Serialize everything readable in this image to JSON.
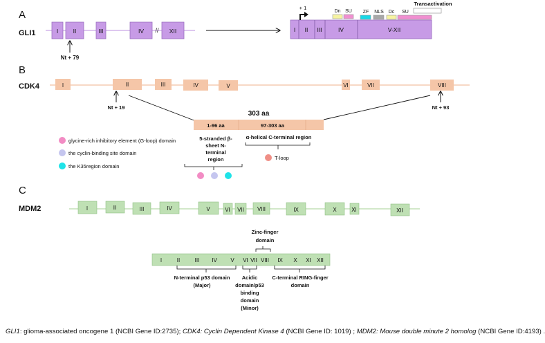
{
  "colors": {
    "gli_exon": "#c79be6",
    "gli_exon_stroke": "#9a6fc0",
    "cdk_exon": "#f5c6a8",
    "mdm_exon": "#bfe0b4",
    "mdm_exon_stroke": "#8fbf83",
    "zf": "#19d8e6",
    "nls": "#a8a8a8",
    "dn": "#f6f3a0",
    "su": "#f08fd0",
    "glycine_dot": "#f28cc4",
    "cyclin_dot": "#c5c6ef",
    "k35_dot": "#1fe3e8",
    "tloop_dot": "#ef8f86"
  },
  "panelA": {
    "label": "A",
    "gene": "GLI1",
    "exons": [
      "I",
      "II",
      "III",
      "IV",
      "//",
      "XII"
    ],
    "nt_label": "Nt + 79",
    "protein_segments": [
      "I",
      "II",
      "III",
      "IV",
      "V-XII"
    ],
    "plus_one": "+ 1",
    "domains": [
      "Dn",
      "SU",
      "ZF",
      "NLS",
      "Dc",
      "SU"
    ],
    "transactivation": "Transactivation"
  },
  "panelB": {
    "label": "B",
    "gene": "CDK4",
    "exons": [
      "I",
      "II",
      "III",
      "IV",
      "V",
      "VI",
      "VII",
      "VIII"
    ],
    "nt_left": "Nt + 19",
    "nt_right": "Nt + 93",
    "protein_length": "303 aa",
    "protein_seg1": "1-96 aa",
    "protein_seg2": "97-303  aa",
    "n_region": [
      "5-stranded β-",
      "sheet N-",
      "terminal",
      "region"
    ],
    "c_region": "α-helical C-terminal region",
    "tloop": "T-loop",
    "legend": [
      "glycine-rich inhibitory element (G-loop) domain",
      "the cyclin-binding site domain",
      "the K35region domain"
    ]
  },
  "panelC": {
    "label": "C",
    "gene": "MDM2",
    "exons": [
      "I",
      "II",
      "III",
      "IV",
      "V",
      "VI",
      "VII",
      "VIII",
      "IX",
      "X",
      "XI",
      "XII"
    ],
    "protein_exons": [
      "I",
      "II",
      "III",
      "IV",
      "V",
      "VI",
      "VII",
      "VIII",
      "IX",
      "X",
      "XI",
      "XII"
    ],
    "zinc_finger": [
      "Zinc-finger",
      "domain"
    ],
    "n_p53": [
      "N-terminal p53 domain",
      "(Major)"
    ],
    "acidic": [
      "Acidic",
      "domain/p53",
      "binding",
      "domain",
      "(Minor)"
    ],
    "c_ring": [
      "C-terminal RING-finger",
      "domain"
    ]
  },
  "caption": {
    "gli_abbr": "GLI1",
    "gli_text": ": glioma-associated oncogene 1 (NCBI Gene ID:2735); ",
    "cdk_abbr": "CDK4: Cyclin Dependent Kinase 4",
    "cdk_text": " (NCBI Gene ID: 1019) ; ",
    "mdm_abbr": "MDM2: Mouse double minute 2 homolog",
    "mdm_text": " (NCBI Gene ID:4193) ."
  }
}
